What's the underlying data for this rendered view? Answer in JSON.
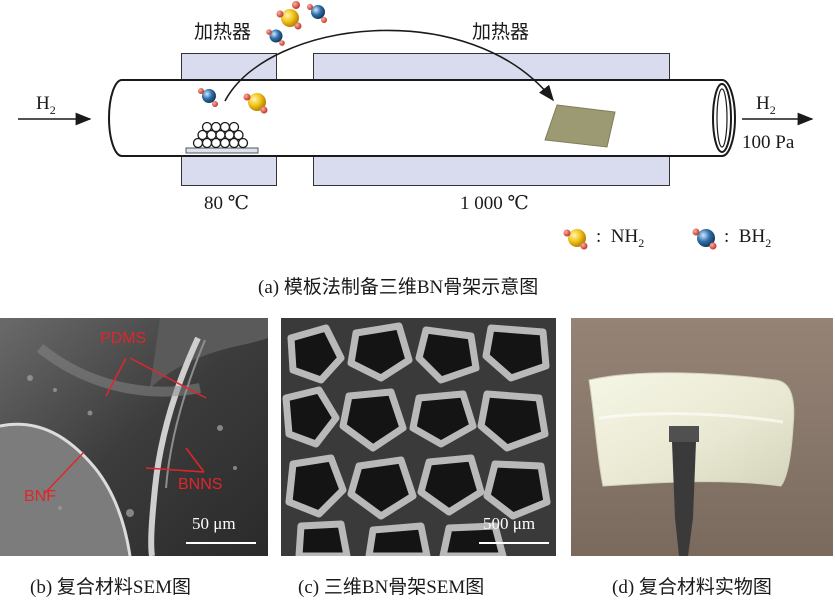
{
  "diagram": {
    "heater_label_left": "加热器",
    "heater_label_right": "加热器",
    "gas_in": {
      "base": "H",
      "sub": "2"
    },
    "gas_out": {
      "base": "H",
      "sub": "2"
    },
    "pressure": "100 Pa",
    "temp_left": "80 ℃",
    "temp_right": "1 000 ℃",
    "legend": {
      "sep": ":",
      "nh2": {
        "base": "NH",
        "sub": "2"
      },
      "bh2": {
        "base": "BH",
        "sub": "2"
      }
    },
    "caption": "(a) 模板法制备三维BN骨架示意图"
  },
  "panels": {
    "b": {
      "labels": {
        "pdms": "PDMS",
        "bnf": "BNF",
        "bnns": "BNNS"
      },
      "scale": "50 μm",
      "caption": "(b) 复合材料SEM图"
    },
    "c": {
      "scale": "500 μm",
      "caption": "(c) 三维BN骨架SEM图"
    },
    "d": {
      "caption": "(d) 复合材料实物图"
    }
  },
  "colors": {
    "heater": "#d9dcee",
    "label_red": "#e0262b",
    "sample": "#9c9a72",
    "nh2_yellow": "#f0c21a",
    "bh2_blue": "#2f6fa8"
  }
}
